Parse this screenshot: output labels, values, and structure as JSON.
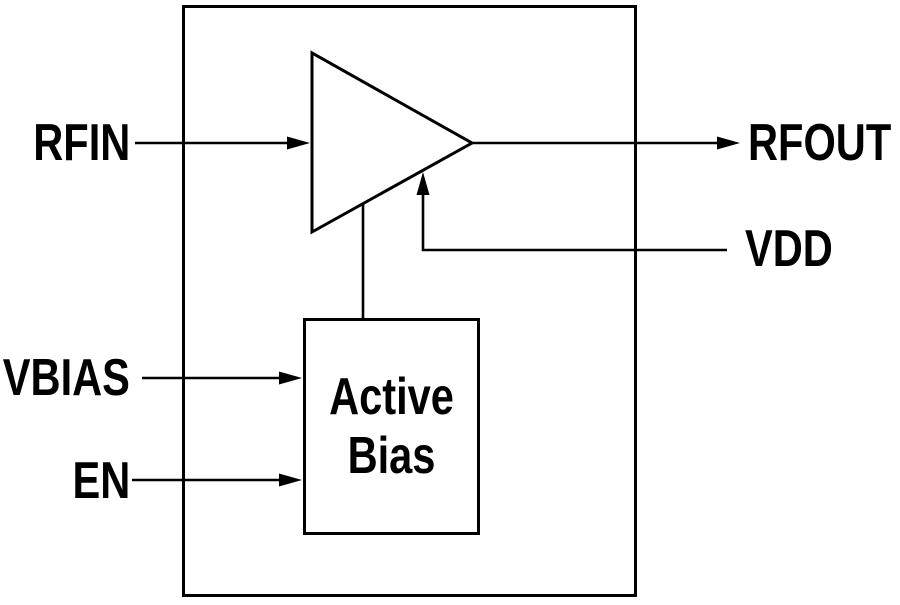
{
  "diagram": {
    "colors": {
      "background": "#ffffff",
      "ink": "#000000",
      "shape_fill": "#ffffff"
    },
    "pins": {
      "rfin": {
        "label": "RFIN"
      },
      "rfout": {
        "label": "RFOUT"
      },
      "vdd": {
        "label": "VDD"
      },
      "vbias": {
        "label": "VBIAS"
      },
      "en": {
        "label": "EN"
      }
    },
    "blocks": {
      "active_bias": {
        "label_line1": "Active",
        "label_line2": "Bias"
      },
      "amplifier": {
        "symbol": "triangle-amplifier-icon"
      }
    }
  }
}
